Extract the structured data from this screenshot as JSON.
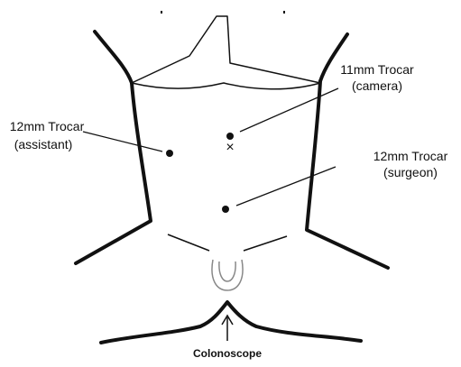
{
  "diagram": {
    "labels": {
      "trocar_camera_line1": "11mm Trocar",
      "trocar_camera_line2": "(camera)",
      "trocar_assistant_line1": "12mm Trocar",
      "trocar_assistant_line2": "(assistant)",
      "trocar_surgeon_line1": "12mm Trocar",
      "trocar_surgeon_line2": "(surgeon)",
      "colonoscope": "Colonoscope"
    },
    "umbilicus_mark": "×",
    "colors": {
      "line": "#111111",
      "trocar": "#111111",
      "perineum": "#888888",
      "background": "#ffffff"
    }
  }
}
